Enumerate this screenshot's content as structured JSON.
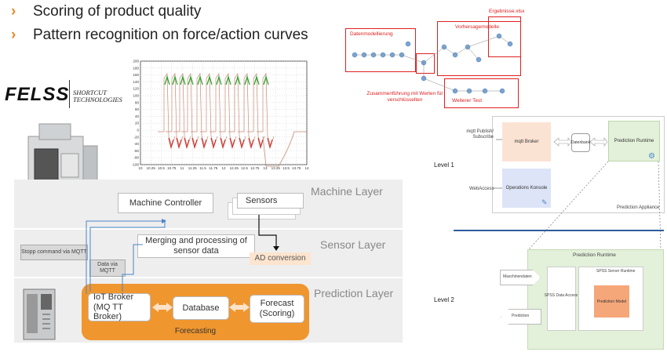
{
  "bullets": [
    {
      "text": "Scoring of product quality"
    },
    {
      "text": "Pattern recognition on force/action curves"
    }
  ],
  "logo": {
    "name": "FELSS",
    "tagline_1": "SHORTCUT",
    "tagline_2": "TECHNOLOGIES"
  },
  "plot": {
    "x_ticks": [
      "10",
      "10.25",
      "10.5",
      "10.75",
      "11",
      "11.25",
      "11.5",
      "11.75",
      "12",
      "12.25",
      "12.5",
      "12.75",
      "13",
      "13.25",
      "13.5",
      "13.75",
      "14"
    ],
    "y_ticks": [
      "200",
      "180",
      "160",
      "140",
      "120",
      "100",
      "80",
      "60",
      "40",
      "20",
      "0",
      "-20",
      "-40",
      "-60",
      "-80",
      "-100"
    ]
  },
  "workflow": {
    "box1": "Datenmodellierung",
    "box2": "Vorhersagemodelle",
    "box3": "Ergebnisse.xlsx",
    "box4": "Weiterer Test",
    "note": "Zusammenführung mit Werten für verschlüsselten"
  },
  "layers": {
    "machine": "Machine Layer",
    "sensor": "Sensor Layer",
    "prediction": "Prediction Layer",
    "machine_controller": "Machine Controller",
    "sensors": "Sensors",
    "merging": "Merging and processing of sensor data",
    "ad_conversion": "AD conversion",
    "stop_command": "Stopp command via MQTT",
    "data_via": "Data via MQTT",
    "iot_broker": "IoT Broker (MQ TT Broker)",
    "database": "Database",
    "forecast": "Forecast (Scoring)",
    "forecasting": "Forecasting"
  },
  "appliance": {
    "level1": "Level 1",
    "level2": "Level 2",
    "mqtt_pub": "mqtt Publish/ Subscribe",
    "mqtt_broker": "mqtt Broker",
    "datastore": "Datenbank",
    "runtime": "Prediction Runtime",
    "webaccess": "WebAccess",
    "ops_console": "Operations Konsole",
    "appliance_label": "Prediction Appliance",
    "runtime2": "Prediction Runtime",
    "machine_data": "Maschinendaten",
    "spss_access": "SPSS Data Access",
    "spss_runtime": "SPSS Server Runtime",
    "prediction_model": "Prediction Model",
    "prediction": "Prediction"
  },
  "colors": {
    "accent": "#f0962e",
    "chevron": "#e88a2a",
    "red": "#e02020"
  }
}
